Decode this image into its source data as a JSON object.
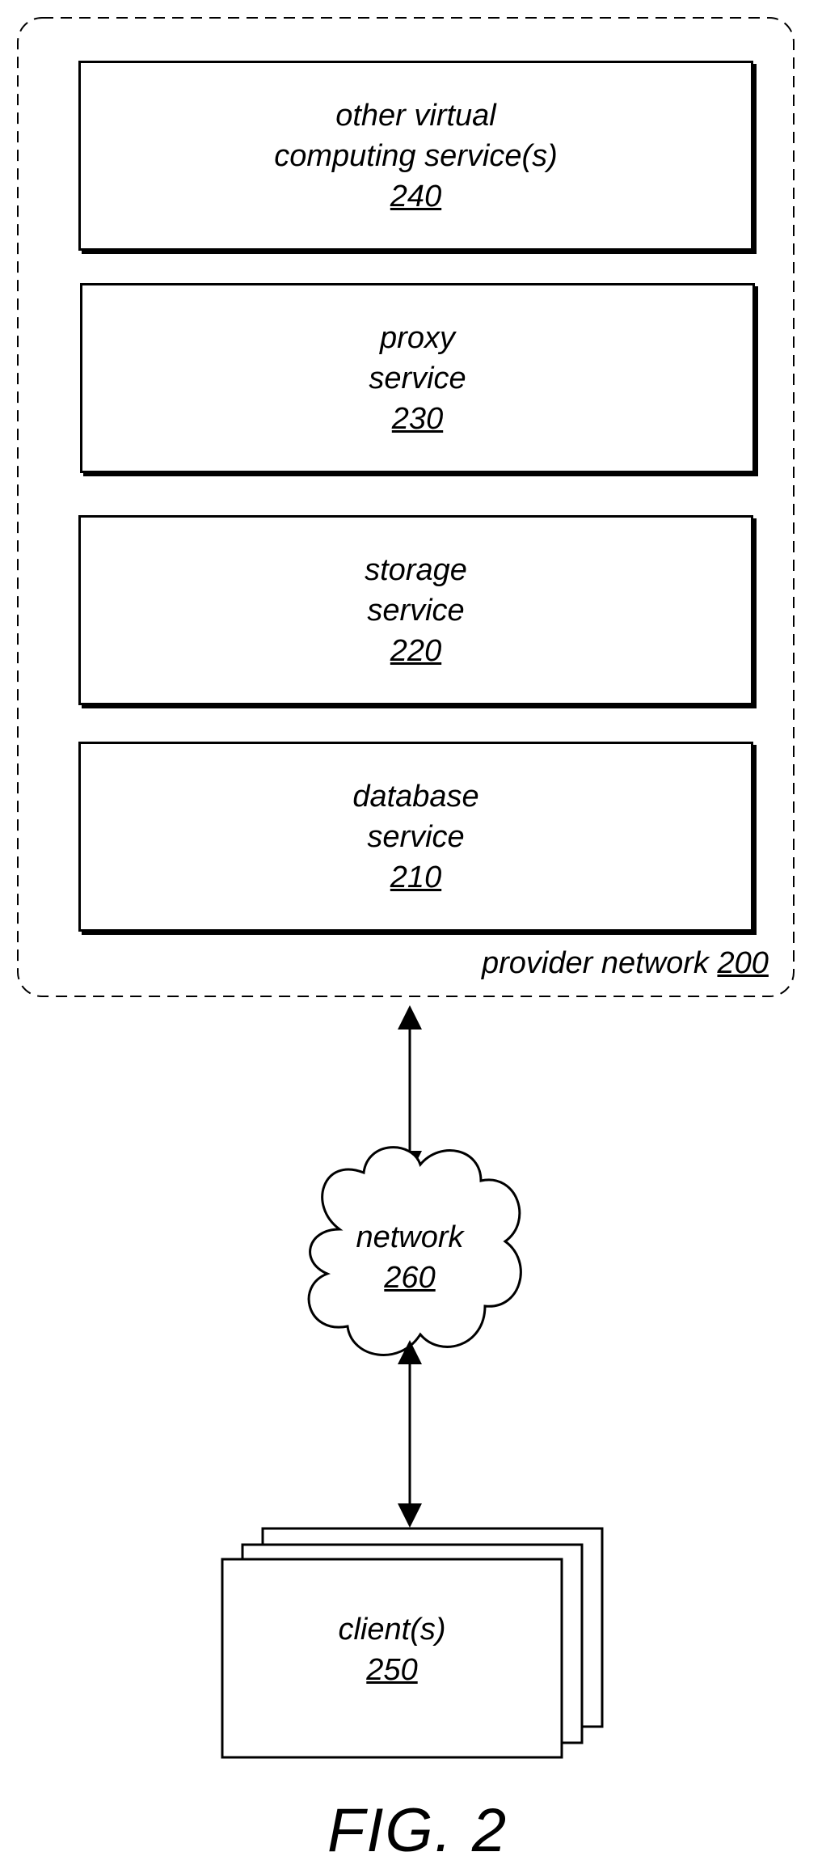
{
  "provider_network": {
    "label": "provider network",
    "ref": "200"
  },
  "services": [
    {
      "lines": [
        "other virtual",
        "computing service(s)"
      ],
      "ref": "240"
    },
    {
      "lines": [
        "proxy",
        "service"
      ],
      "ref": "230"
    },
    {
      "lines": [
        "storage",
        "service"
      ],
      "ref": "220"
    },
    {
      "lines": [
        "database",
        "service"
      ],
      "ref": "210"
    }
  ],
  "network": {
    "label": "network",
    "ref": "260"
  },
  "client": {
    "label": "client(s)",
    "ref": "250"
  },
  "figure_label": "FIG. 2"
}
